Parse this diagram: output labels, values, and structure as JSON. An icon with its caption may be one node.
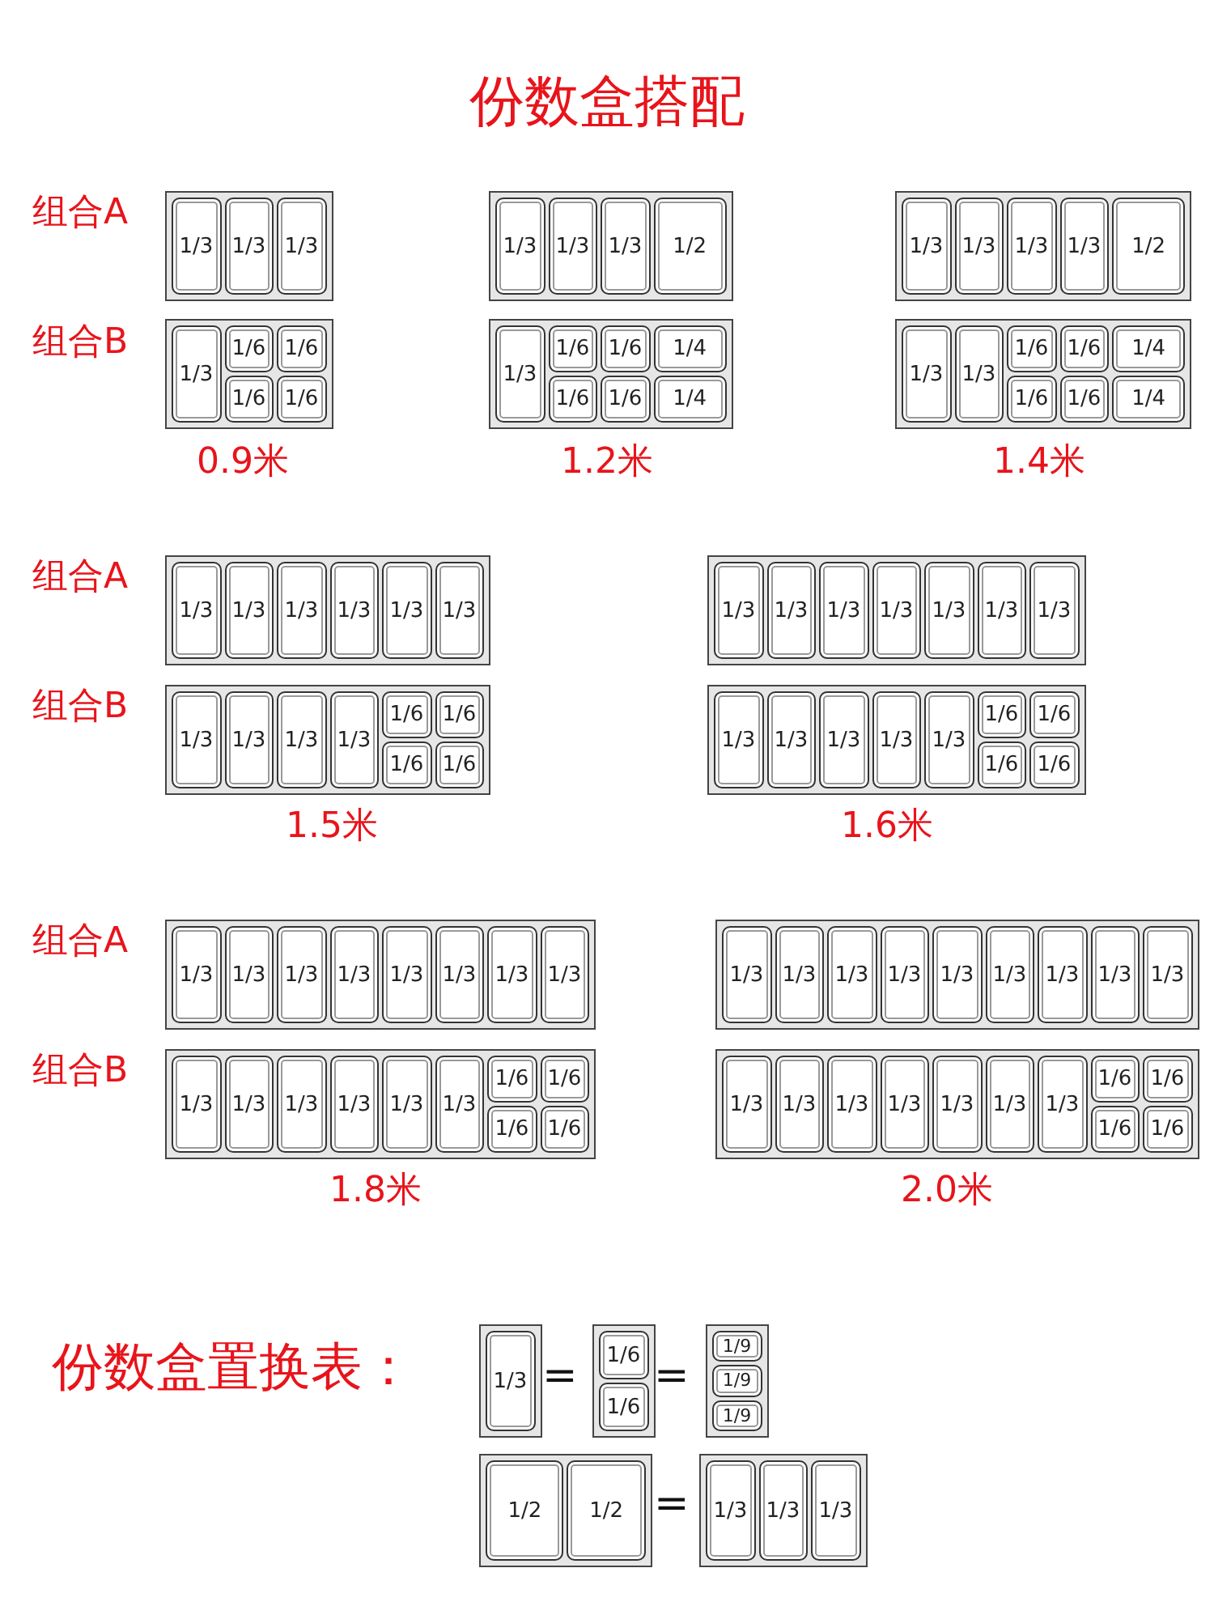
{
  "diagram": {
    "title": "份数盒搭配",
    "nodes": [
      {
        "text": [],
        "shape": "box"
      },
      {
        "text": [
          "1/3"
        ],
        "in": 0
      },
      {
        "text": [
          "1/3"
        ],
        "in": 0
      },
      {
        "text": [
          "1/3"
        ],
        "in": 0
      },
      {
        "text": [],
        "shape": "box"
      },
      {
        "text": [
          "1/3"
        ],
        "in": 4
      },
      {
        "text": [
          "1/3"
        ],
        "in": 4
      },
      {
        "text": [
          "1/3"
        ],
        "in": 4
      },
      {
        "text": [
          "1/2"
        ],
        "in": 4
      },
      {
        "text": [],
        "shape": "box"
      },
      {
        "text": [
          "1/3"
        ],
        "in": 9
      },
      {
        "text": [
          "1/3"
        ],
        "in": 9
      },
      {
        "text": [
          "1/3"
        ],
        "in": 9
      },
      {
        "text": [
          "1/3"
        ],
        "in": 9
      },
      {
        "text": [
          "1/2"
        ],
        "in": 9
      },
      {
        "text": [],
        "shape": "box"
      },
      {
        "text": [
          "1/3"
        ],
        "in": 15
      },
      {
        "text": [
          "1/6"
        ],
        "in": 15
      },
      {
        "text": [
          "1/6"
        ],
        "in": 15
      },
      {
        "text": [
          "1/6"
        ],
        "in": 15
      },
      {
        "text": [
          "1/6"
        ],
        "in": 15
      },
      {
        "text": [],
        "shape": "box"
      },
      {
        "text": [
          "1/3"
        ],
        "in": 21
      },
      {
        "text": [
          "1/6"
        ],
        "in": 21
      },
      {
        "text": [
          "1/6"
        ],
        "in": 21
      },
      {
        "text": [
          "1/4"
        ],
        "in": 21
      },
      {
        "text": [
          "1/6"
        ],
        "in": 21
      },
      {
        "text": [
          "1/6"
        ],
        "in": 21
      },
      {
        "text": [
          "1/4"
        ],
        "in": 21
      },
      {
        "text": [],
        "shape": "box"
      },
      {
        "text": [
          "1/3"
        ],
        "in": 29
      },
      {
        "text": [
          "1/3"
        ],
        "in": 29
      },
      {
        "text": [
          "1/6"
        ],
        "in": 29
      },
      {
        "text": [
          "1/6"
        ],
        "in": 29
      },
      {
        "text": [
          "1/4"
        ],
        "in": 29
      },
      {
        "text": [
          "1/6"
        ],
        "in": 29
      },
      {
        "text": [
          "1/6"
        ],
        "in": 29
      },
      {
        "text": [
          "1/4"
        ],
        "in": 29
      },
      {
        "text": [],
        "shape": "box"
      },
      {
        "text": [
          "1/3"
        ],
        "in": 38
      },
      {
        "text": [
          "1/3"
        ],
        "in": 38
      },
      {
        "text": [
          "1/3"
        ],
        "in": 38
      },
      {
        "text": [
          "1/3"
        ],
        "in": 38
      },
      {
        "text": [
          "1/3"
        ],
        "in": 38
      },
      {
        "text": [
          "1/3"
        ],
        "in": 38
      },
      {
        "text": [],
        "shape": "box"
      },
      {
        "text": [
          "1/3"
        ],
        "in": 45
      },
      {
        "text": [
          "1/3"
        ],
        "in": 45
      },
      {
        "text": [
          "1/3"
        ],
        "in": 45
      },
      {
        "text": [
          "1/3"
        ],
        "in": 45
      },
      {
        "text": [
          "1/3"
        ],
        "in": 45
      },
      {
        "text": [
          "1/3"
        ],
        "in": 45
      },
      {
        "text": [
          "1/3"
        ],
        "in": 45
      },
      {
        "text": [],
        "shape": "box"
      },
      {
        "text": [
          "1/3"
        ],
        "in": 53
      },
      {
        "text": [
          "1/3"
        ],
        "in": 53
      },
      {
        "text": [
          "1/3"
        ],
        "in": 53
      },
      {
        "text": [
          "1/3"
        ],
        "in": 53
      },
      {
        "text": [
          "1/6"
        ],
        "in": 53
      },
      {
        "text": [
          "1/6"
        ],
        "in": 53
      },
      {
        "text": [
          "1/6"
        ],
        "in": 53
      },
      {
        "text": [
          "1/6"
        ],
        "in": 53
      },
      {
        "text": [],
        "shape": "box"
      },
      {
        "text": [
          "1/3"
        ],
        "in": 62
      },
      {
        "text": [
          "1/3"
        ],
        "in": 62
      },
      {
        "text": [
          "1/3"
        ],
        "in": 62
      },
      {
        "text": [
          "1/3"
        ],
        "in": 62
      },
      {
        "text": [
          "1/3"
        ],
        "in": 62
      },
      {
        "text": [
          "1/6"
        ],
        "in": 62
      },
      {
        "text": [
          "1/6"
        ],
        "in": 62
      },
      {
        "text": [
          "1/6"
        ],
        "in": 62
      },
      {
        "text": [
          "1/6"
        ],
        "in": 62
      },
      {
        "text": [],
        "shape": "box"
      },
      {
        "text": [
          "1/3"
        ],
        "in": 72
      },
      {
        "text": [
          "1/3"
        ],
        "in": 72
      },
      {
        "text": [
          "1/3"
        ],
        "in": 72
      },
      {
        "text": [
          "1/3"
        ],
        "in": 72
      },
      {
        "text": [
          "1/3"
        ],
        "in": 72
      },
      {
        "text": [
          "1/3"
        ],
        "in": 72
      },
      {
        "text": [
          "1/3"
        ],
        "in": 72
      },
      {
        "text": [
          "1/3"
        ],
        "in": 72
      },
      {
        "text": [],
        "shape": "box"
      },
      {
        "text": [
          "1/3"
        ],
        "in": 81
      },
      {
        "text": [
          "1/3"
        ],
        "in": 81
      },
      {
        "text": [
          "1/3"
        ],
        "in": 81
      },
      {
        "text": [
          "1/3"
        ],
        "in": 81
      },
      {
        "text": [
          "1/3"
        ],
        "in": 81
      },
      {
        "text": [
          "1/3"
        ],
        "in": 81
      },
      {
        "text": [
          "1/3"
        ],
        "in": 81
      },
      {
        "text": [
          "1/3"
        ],
        "in": 81
      },
      {
        "text": [
          "1/3"
        ],
        "in": 81
      },
      {
        "text": [],
        "shape": "box"
      },
      {
        "text": [
          "1/3"
        ],
        "in": 91
      },
      {
        "text": [
          "1/3"
        ],
        "in": 91
      },
      {
        "text": [
          "1/3"
        ],
        "in": 91
      },
      {
        "text": [
          "1/3"
        ],
        "in": 91
      },
      {
        "text": [
          "1/3"
        ],
        "in": 91
      },
      {
        "text": [
          "1/3"
        ],
        "in": 91
      },
      {
        "text": [
          "1/6"
        ],
        "in": 91
      },
      {
        "text": [
          "1/6"
        ],
        "in": 91
      },
      {
        "text": [
          "1/6"
        ],
        "in": 91
      },
      {
        "text": [
          "1/6"
        ],
        "in": 91
      },
      {
        "text": [],
        "shape": "box"
      },
      {
        "text": [
          "1/3"
        ],
        "in": 102
      },
      {
        "text": [
          "1/3"
        ],
        "in": 102
      },
      {
        "text": [
          "1/3"
        ],
        "in": 102
      },
      {
        "text": [
          "1/3"
        ],
        "in": 102
      },
      {
        "text": [
          "1/3"
        ],
        "in": 102
      },
      {
        "text": [
          "1/3"
        ],
        "in": 102
      },
      {
        "text": [
          "1/3"
        ],
        "in": 102
      },
      {
        "text": [
          "1/6"
        ],
        "in": 102
      },
      {
        "text": [
          "1/6"
        ],
        "in": 102
      },
      {
        "text": [
          "1/6"
        ],
        "in": 102
      },
      {
        "text": [
          "1/6"
        ],
        "in": 102
      },
      {
        "text": [],
        "shape": "box"
      },
      {
        "text": [
          "1/3"
        ],
        "in": 114
      },
      {
        "text": [],
        "shape": "box"
      },
      {
        "text": [
          "1/6"
        ],
        "in": 116
      },
      {
        "text": [
          "1/6"
        ],
        "in": 116
      },
      {
        "text": [],
        "shape": "box"
      },
      {
        "text": [
          "1/9"
        ],
        "in": 119
      },
      {
        "text": [
          "1/9"
        ],
        "in": 119
      },
      {
        "text": [
          "1/9"
        ],
        "in": 119
      },
      {
        "text": [],
        "shape": "box"
      },
      {
        "text": [
          "1/2"
        ],
        "in": 123
      },
      {
        "text": [
          "1/2"
        ],
        "in": 123
      },
      {
        "text": [],
        "shape": "box"
      },
      {
        "text": [
          "1/3"
        ],
        "in": 126
      },
      {
        "text": [
          "1/3"
        ],
        "in": 126
      },
      {
        "text": [
          "1/3"
        ],
        "in": 126
      }
    ],
    "edges": [],
    "labels": [
      "组合A",
      "组合B",
      "0.9米",
      "1.2米",
      "1.4米",
      "组合A",
      "组合B",
      "1.5米",
      "1.6米",
      "组合A",
      "组合B",
      "1.8米",
      "2.0米",
      "份数盒置换表：",
      "=",
      "=",
      "="
    ]
  }
}
